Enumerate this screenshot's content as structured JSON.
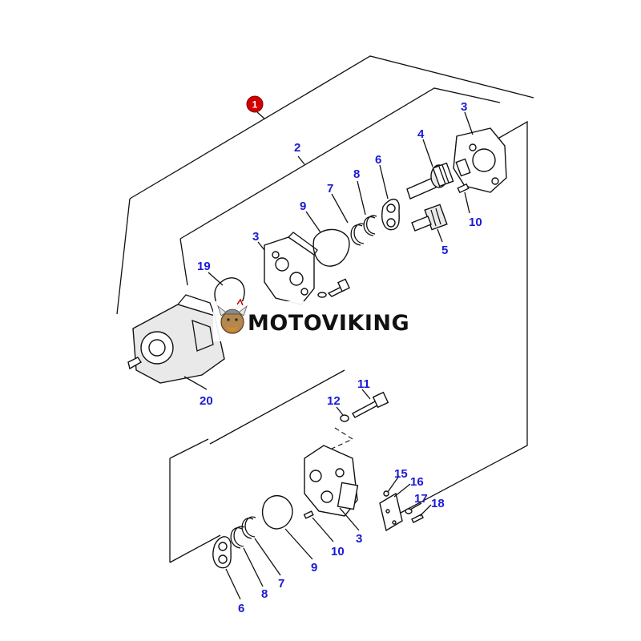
{
  "diagram": {
    "assembly_badge": "1",
    "watermark": {
      "brand": "MOTOVIKING"
    },
    "labels": {
      "l2": "2",
      "l3_top": "3",
      "l4": "4",
      "l6_top": "6",
      "l8_top": "8",
      "l7_top": "7",
      "l9_top": "9",
      "l10_top": "10",
      "l5": "5",
      "l3_mid": "3",
      "l19": "19",
      "l20": "20",
      "l11": "11",
      "l12": "12",
      "l15": "15",
      "l16": "16",
      "l17": "17",
      "l18": "18",
      "l10_bot": "10",
      "l3_bot": "3",
      "l9_bot": "9",
      "l7_bot": "7",
      "l8_bot": "8",
      "l6_bot": "6"
    }
  },
  "colors": {
    "label": "#1a1ad6",
    "badge": "#d40000",
    "line": "#111111"
  }
}
